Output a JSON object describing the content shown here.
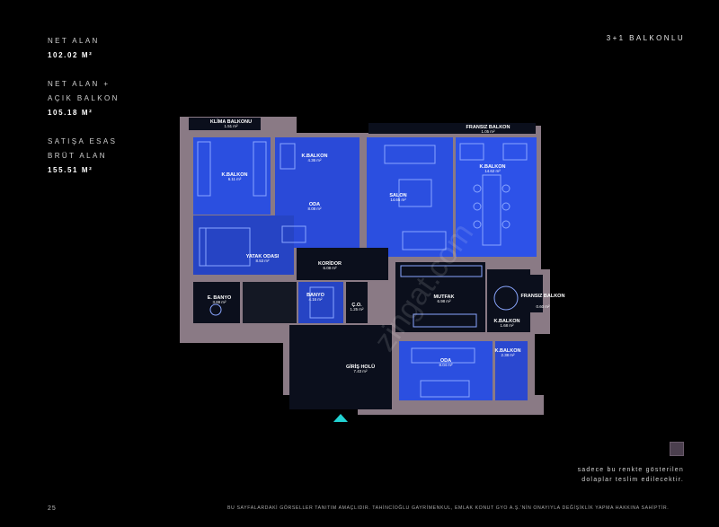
{
  "summary": {
    "net_label": "NET ALAN",
    "net_value": "102.02 M²",
    "net_balcony_label_1": "NET ALAN +",
    "net_balcony_label_2": "AÇIK BALKON",
    "net_balcony_value": "105.18 M²",
    "gross_label_1": "SATIŞA ESAS",
    "gross_label_2": "BRÜT ALAN",
    "gross_value": "155.51 M²"
  },
  "unit_type": "3+1 BALKONLU",
  "rooms": {
    "klima_balkonu": {
      "name": "KLİMA BALKONU",
      "area": "1.51 m²"
    },
    "fransiz_balkon_top": {
      "name": "FRANSIZ BALKON",
      "area": "1.05 m²"
    },
    "k_balkon_left": {
      "name": "K.BALKON",
      "area": "6.11 m²"
    },
    "k_balkon_mid": {
      "name": "K.BALKON",
      "area": "4.36 m²"
    },
    "oda_top": {
      "name": "ODA",
      "area": "8.08 m²"
    },
    "salon": {
      "name": "SALON",
      "area": "14.65 m²"
    },
    "k_balkon_right": {
      "name": "K.BALKON",
      "area": "14.62 m²"
    },
    "yatak_odasi": {
      "name": "YATAK ODASI",
      "area": "8.53 m²"
    },
    "koridor": {
      "name": "KORİDOR",
      "area": "6.08 m²"
    },
    "e_banyo": {
      "name": "E. BANYO",
      "area": "3.69 m²"
    },
    "banyo": {
      "name": "BANYO",
      "area": "4.16 m²"
    },
    "wc": {
      "name": "Ç.O.",
      "area": "1.25 m²"
    },
    "mutfak": {
      "name": "MUTFAK",
      "area": "6.98 m²"
    },
    "fransiz_balkon_side": {
      "name": "FRANSIZ BALKON",
      "area": "0.60 m²"
    },
    "k_balkon_kitchen": {
      "name": "K.BALKON",
      "area": "1.68 m²"
    },
    "giris_holu": {
      "name": "GİRİŞ HOLÜ",
      "area": "7.43 m²"
    },
    "oda_bottom": {
      "name": "ODA",
      "area": "8.04 m²"
    },
    "k_balkon_bottom": {
      "name": "K.BALKON",
      "area": "2.38 m²"
    }
  },
  "note": "sadece bu renkte gösterilen dolaplar teslim edilecektir.",
  "page_number": "25",
  "disclaimer": "BU SAYFALARDAKİ GÖRSELLER TANITIM AMAÇLIDIR. TAHİNCİOĞLU GAYRİMENKUL, EMLAK KONUT GYO A.Ş.'NİN ONAYIYLA DEĞİŞİKLİK YAPMA HAKKINA SAHİPTİR.",
  "watermark": "zingat.com",
  "colors": {
    "background": "#000000",
    "wall": "#8a7a85",
    "room_blue": "#2b4fe0",
    "room_dark": "#0b0f1c",
    "furniture": "#8aa6ff",
    "entrance_marker": "#22d3d3",
    "cabinet_legend": "#4b3f4e"
  }
}
